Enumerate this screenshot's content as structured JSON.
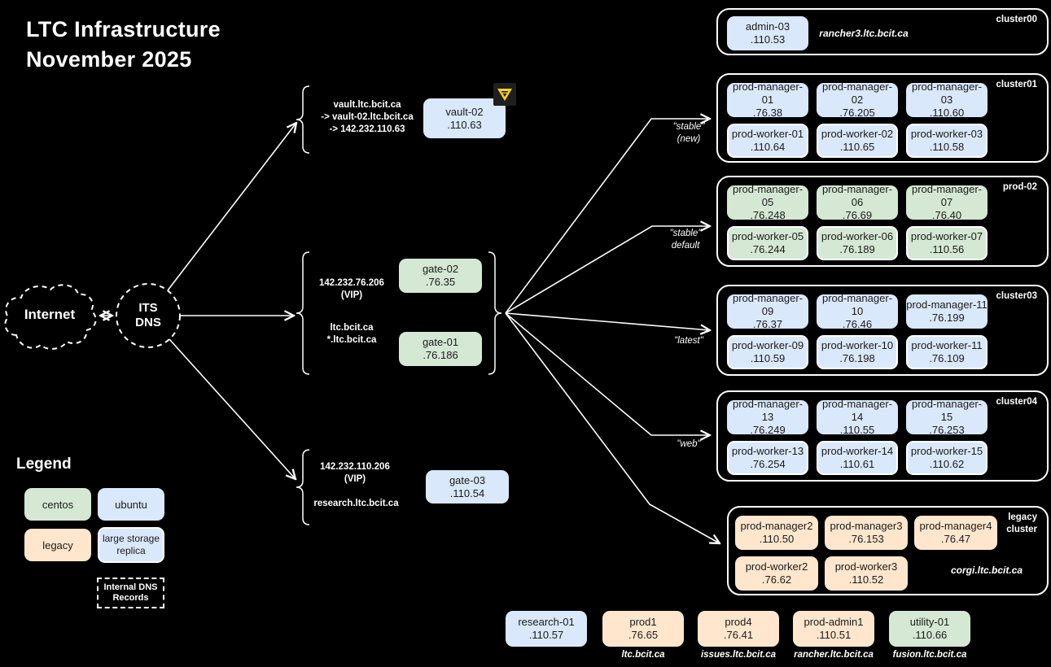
{
  "title": {
    "line1": "LTC Infrastructure",
    "line2": "November 2025"
  },
  "internet_label": "Internet",
  "its_dns_label": "ITS\nDNS",
  "dns_records": {
    "vault": "vault.ltc.bcit.ca\n-> vault-02.ltc.bcit.ca\n-> 142.232.110.63"
  },
  "vault_node": {
    "name": "vault-02",
    "ip": ".110.63",
    "os": "ubuntu",
    "icon": "vault-warning-icon"
  },
  "vip_main": {
    "ip": "142.232.76.206\n(VIP)",
    "domains": "ltc.bcit.ca\n*.ltc.bcit.ca",
    "gates": [
      {
        "name": "gate-02",
        "ip": ".76.35",
        "os": "centos"
      },
      {
        "name": "gate-01",
        "ip": ".76.186",
        "os": "centos"
      }
    ]
  },
  "vip_research": {
    "ip": "142.232.110.206\n(VIP)",
    "domains": "research.ltc.bcit.ca",
    "gate": {
      "name": "gate-03",
      "ip": ".110.54",
      "os": "ubuntu"
    }
  },
  "edge_labels": {
    "to_cluster01": "\"stable\"\n(new)",
    "to_prod02": "\"stable\"\ndefault",
    "to_cluster03": "\"latest\"",
    "to_cluster04": "\"web\""
  },
  "clusters": [
    {
      "label": "cluster00",
      "note": "rancher3.ltc.bcit.ca",
      "managers": [
        {
          "name": "admin-03",
          "ip": ".110.53",
          "os": "ubuntu",
          "replica": false
        }
      ],
      "workers": []
    },
    {
      "label": "cluster01",
      "note": "",
      "managers": [
        {
          "name": "prod-manager-01",
          "ip": ".76.38",
          "os": "ubuntu",
          "replica": false
        },
        {
          "name": "prod-manager-02",
          "ip": ".76.205",
          "os": "ubuntu",
          "replica": false
        },
        {
          "name": "prod-manager-03",
          "ip": ".110.60",
          "os": "ubuntu",
          "replica": false
        }
      ],
      "workers": [
        {
          "name": "prod-worker-01",
          "ip": ".110.64",
          "os": "ubuntu",
          "replica": true
        },
        {
          "name": "prod-worker-02",
          "ip": ".110.65",
          "os": "ubuntu",
          "replica": true
        },
        {
          "name": "prod-worker-03",
          "ip": ".110.58",
          "os": "ubuntu",
          "replica": true
        }
      ]
    },
    {
      "label": "prod-02",
      "note": "",
      "managers": [
        {
          "name": "prod-manager-05",
          "ip": ".76.248",
          "os": "centos",
          "replica": false
        },
        {
          "name": "prod-manager-06",
          "ip": ".76.69",
          "os": "centos",
          "replica": false
        },
        {
          "name": "prod-manager-07",
          "ip": ".76.40",
          "os": "centos",
          "replica": false
        }
      ],
      "workers": [
        {
          "name": "prod-worker-05",
          "ip": ".76.244",
          "os": "centos",
          "replica": true
        },
        {
          "name": "prod-worker-06",
          "ip": ".76.189",
          "os": "centos",
          "replica": true
        },
        {
          "name": "prod-worker-07",
          "ip": ".110.56",
          "os": "centos",
          "replica": true
        }
      ]
    },
    {
      "label": "cluster03",
      "note": "",
      "managers": [
        {
          "name": "prod-manager-09",
          "ip": ".76.37",
          "os": "ubuntu",
          "replica": false
        },
        {
          "name": "prod-manager-10",
          "ip": ".76.46",
          "os": "ubuntu",
          "replica": false
        },
        {
          "name": "prod-manager-11",
          "ip": ".76.199",
          "os": "ubuntu",
          "replica": false
        }
      ],
      "workers": [
        {
          "name": "prod-worker-09",
          "ip": ".110.59",
          "os": "ubuntu",
          "replica": true
        },
        {
          "name": "prod-worker-10",
          "ip": ".76.198",
          "os": "ubuntu",
          "replica": true
        },
        {
          "name": "prod-worker-11",
          "ip": ".76.109",
          "os": "ubuntu",
          "replica": true
        }
      ]
    },
    {
      "label": "cluster04",
      "note": "",
      "managers": [
        {
          "name": "prod-manager-13",
          "ip": ".76.249",
          "os": "ubuntu",
          "replica": false
        },
        {
          "name": "prod-manager-14",
          "ip": ".110.55",
          "os": "ubuntu",
          "replica": false
        },
        {
          "name": "prod-manager-15",
          "ip": ".76.253",
          "os": "ubuntu",
          "replica": false
        }
      ],
      "workers": [
        {
          "name": "prod-worker-13",
          "ip": ".76.254",
          "os": "ubuntu",
          "replica": true
        },
        {
          "name": "prod-worker-14",
          "ip": ".110.61",
          "os": "ubuntu",
          "replica": true
        },
        {
          "name": "prod-worker-15",
          "ip": ".110.62",
          "os": "ubuntu",
          "replica": true
        }
      ]
    },
    {
      "label": "legacy\ncluster",
      "note": "corgi.ltc.bcit.ca",
      "managers": [
        {
          "name": "prod-manager2",
          "ip": ".110.50",
          "os": "legacy",
          "replica": false
        },
        {
          "name": "prod-manager3",
          "ip": ".76.153",
          "os": "legacy",
          "replica": false
        },
        {
          "name": "prod-manager4",
          "ip": ".76.47",
          "os": "legacy",
          "replica": false
        }
      ],
      "workers": [
        {
          "name": "prod-worker2",
          "ip": ".76.62",
          "os": "legacy",
          "replica": false
        },
        {
          "name": "prod-worker3",
          "ip": ".110.52",
          "os": "legacy",
          "replica": false
        }
      ]
    }
  ],
  "bottom_nodes": [
    {
      "name": "research-01",
      "ip": ".110.57",
      "os": "ubuntu",
      "domain": ""
    },
    {
      "name": "prod1",
      "ip": ".76.65",
      "os": "legacy",
      "domain": "ltc.bcit.ca"
    },
    {
      "name": "prod4",
      "ip": ".76.41",
      "os": "legacy",
      "domain": "issues.ltc.bcit.ca"
    },
    {
      "name": "prod-admin1",
      "ip": ".110.51",
      "os": "legacy",
      "domain": "rancher.ltc.bcit.ca"
    },
    {
      "name": "utility-01",
      "ip": ".110.66",
      "os": "centos",
      "domain": "fusion.ltc.bcit.ca"
    }
  ],
  "legend": {
    "title": "Legend",
    "items": [
      {
        "label": "centos",
        "os": "centos"
      },
      {
        "label": "ubuntu",
        "os": "ubuntu"
      },
      {
        "label": "legacy",
        "os": "legacy"
      },
      {
        "label": "large storage\nreplica",
        "os": "ubuntu",
        "replica": true
      }
    ],
    "dns_note": "Internal DNS\nRecords"
  },
  "colors": {
    "centos": "#d5e8d4",
    "ubuntu": "#dae8fc",
    "legacy": "#ffe6cc",
    "container_border": "#ffffff",
    "background": "#000000",
    "warning_yellow": "#ffd21e"
  }
}
